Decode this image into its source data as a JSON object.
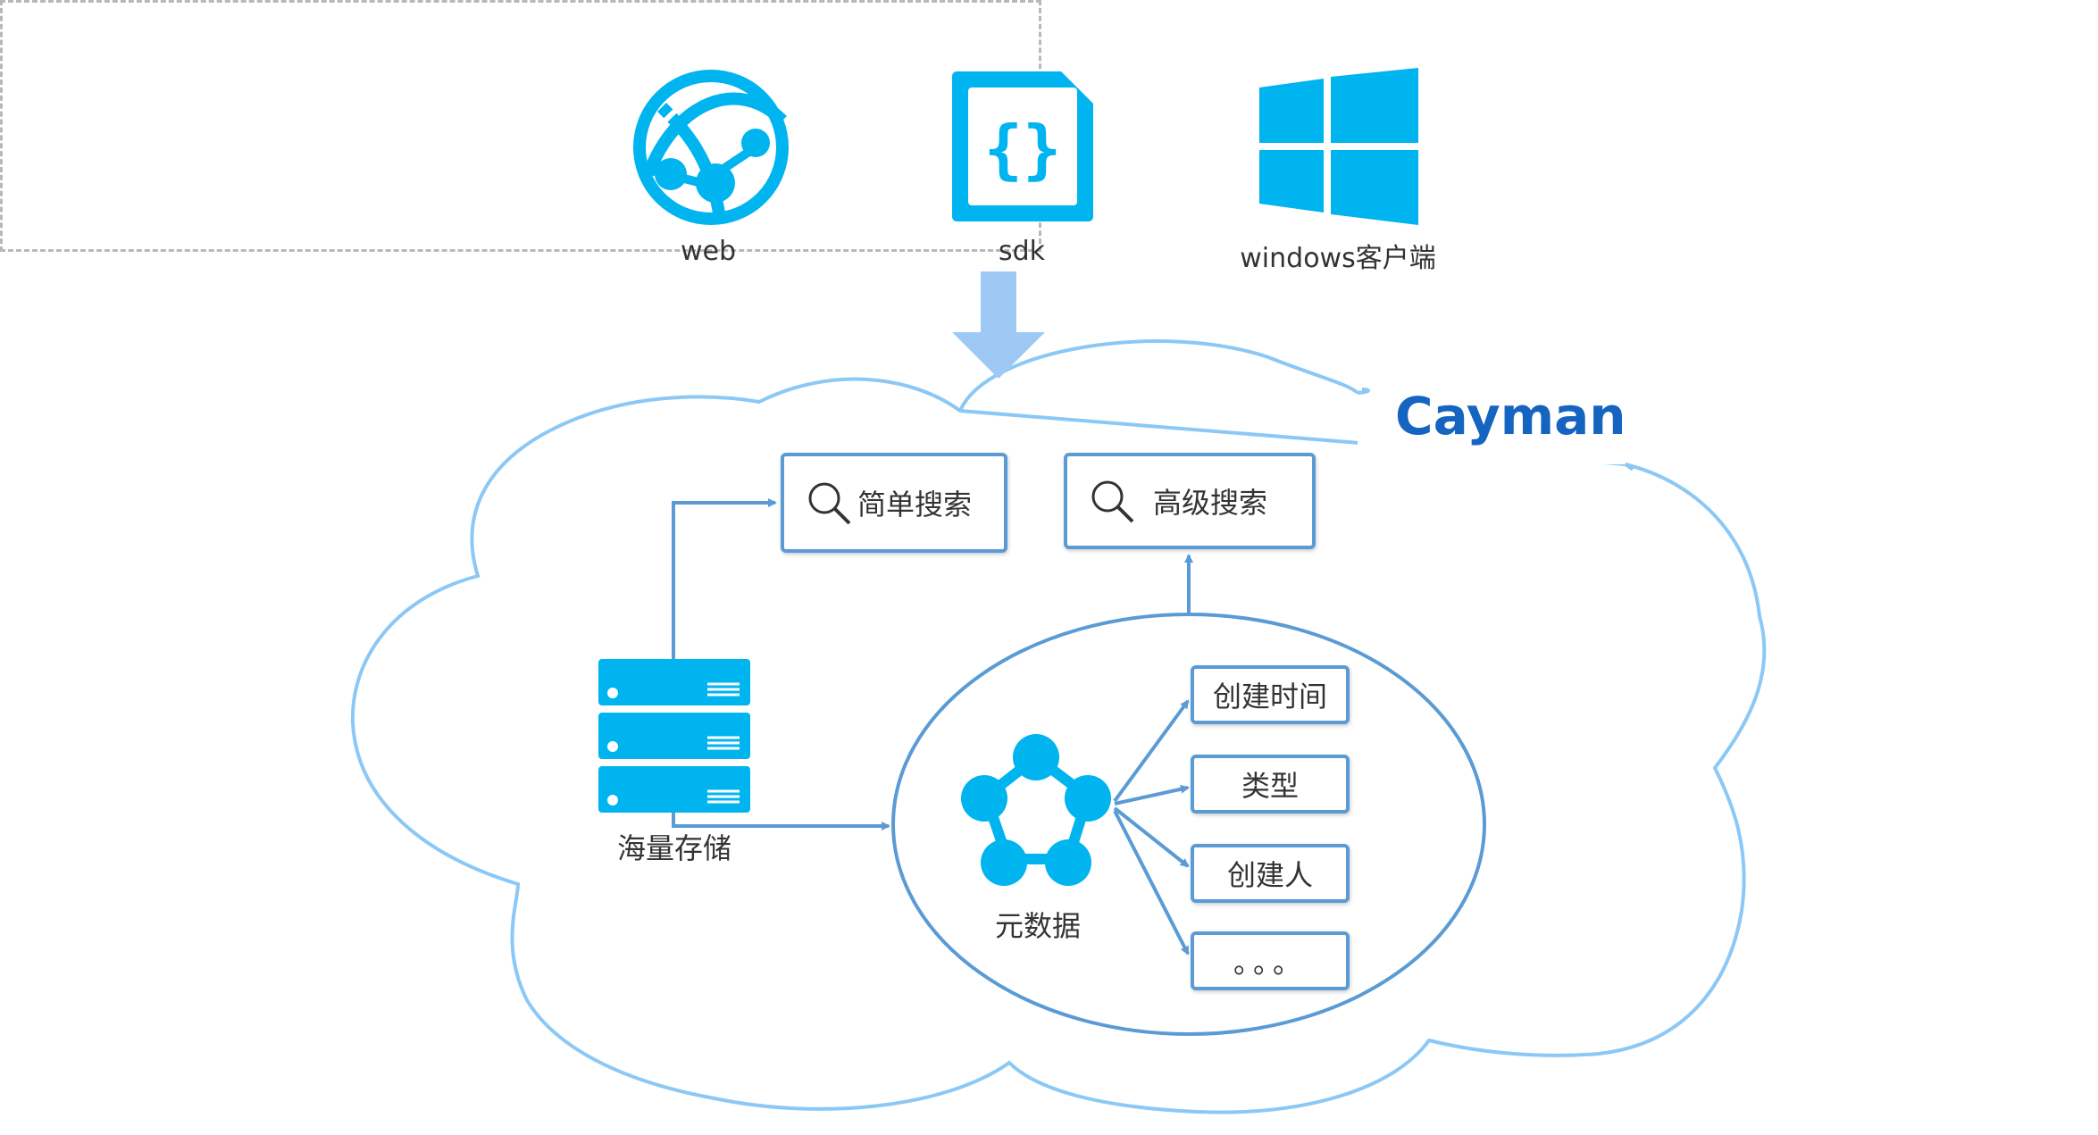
{
  "clients": [
    {
      "label": "web",
      "icon": "globe-icon"
    },
    {
      "label": "sdk",
      "icon": "code-file-icon"
    },
    {
      "label": "windows客户端",
      "icon": "windows-logo-icon"
    }
  ],
  "brand": "Cayman",
  "search": {
    "simple": "简单搜索",
    "advanced": "高级搜索"
  },
  "storage_label": "海量存储",
  "metadata_label": "元数据",
  "attributes": [
    "创建时间",
    "类型",
    "创建人",
    "。。。"
  ],
  "colors": {
    "icon_blue": "#00b4ef",
    "cloud_outline": "#8cc8f5",
    "arrow_blue": "#5a9bd5",
    "big_arrow": "#9ec9f5",
    "brand_blue": "#1565c0"
  }
}
